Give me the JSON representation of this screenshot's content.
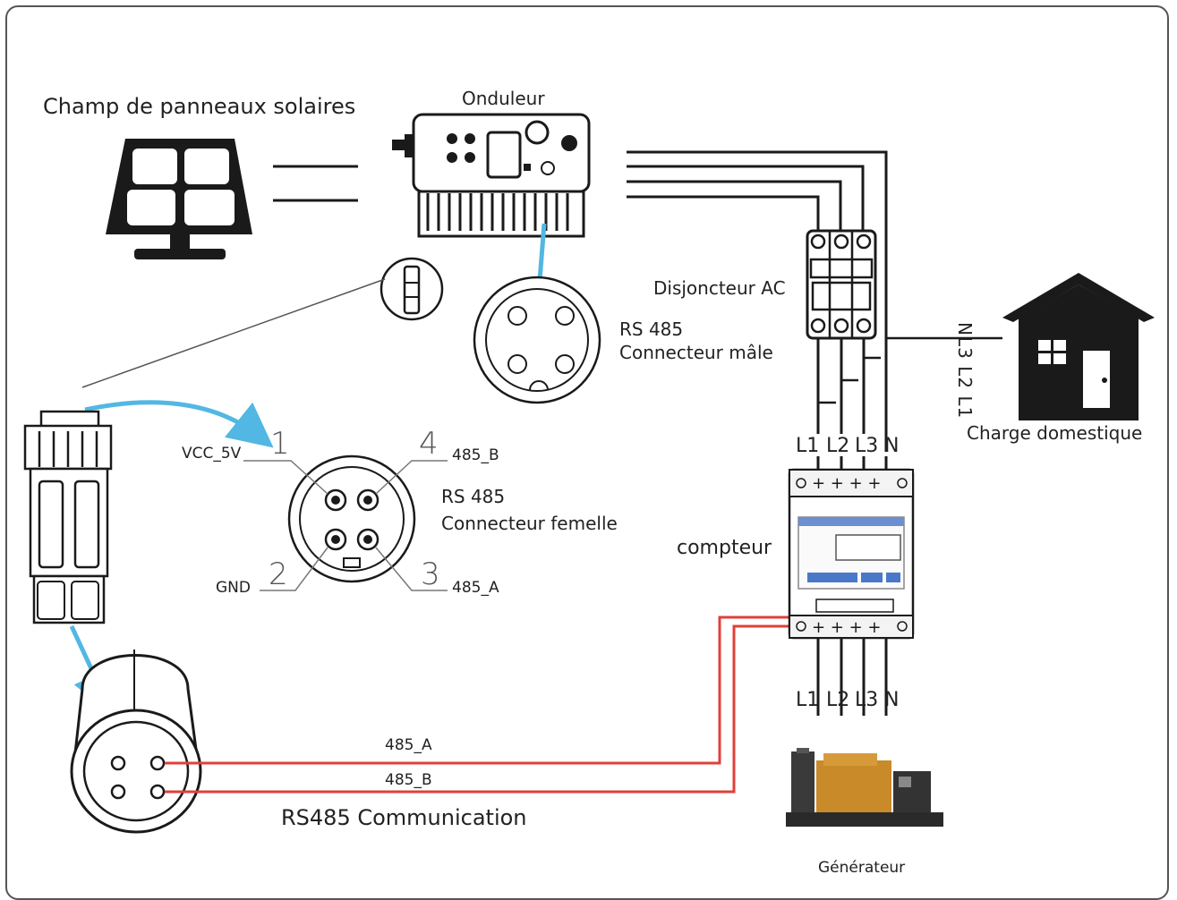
{
  "labels": {
    "solar_array": "Champ de panneaux solaires",
    "inverter": "Onduleur",
    "breaker": "Disjoncteur AC",
    "rs485_male_line1": "RS 485",
    "rs485_male_line2": "Connecteur mâle",
    "rs485_female_line1": "RS 485",
    "rs485_female_line2": "Connecteur femelle",
    "home_load": "Charge domestique",
    "meter": "compteur",
    "generator": "Générateur",
    "rs485_comm": "RS485 Communication",
    "vcc": "VCC_5V",
    "gnd": "GND",
    "b485_top": "485_B",
    "a485_top": "485_A",
    "a485_line": "485_A",
    "b485_line": "485_B",
    "load_phases_vertical": "NL3 L2 L1"
  },
  "pins": {
    "p1": "1",
    "p2": "2",
    "p3": "3",
    "p4": "4"
  },
  "phases": {
    "l1": "L1",
    "l2": "L2",
    "l3": "L3",
    "n": "N"
  },
  "colors": {
    "rs485_wire": "#e0403a",
    "arrow": "#52b7e3",
    "line": "#1a1a1a"
  }
}
